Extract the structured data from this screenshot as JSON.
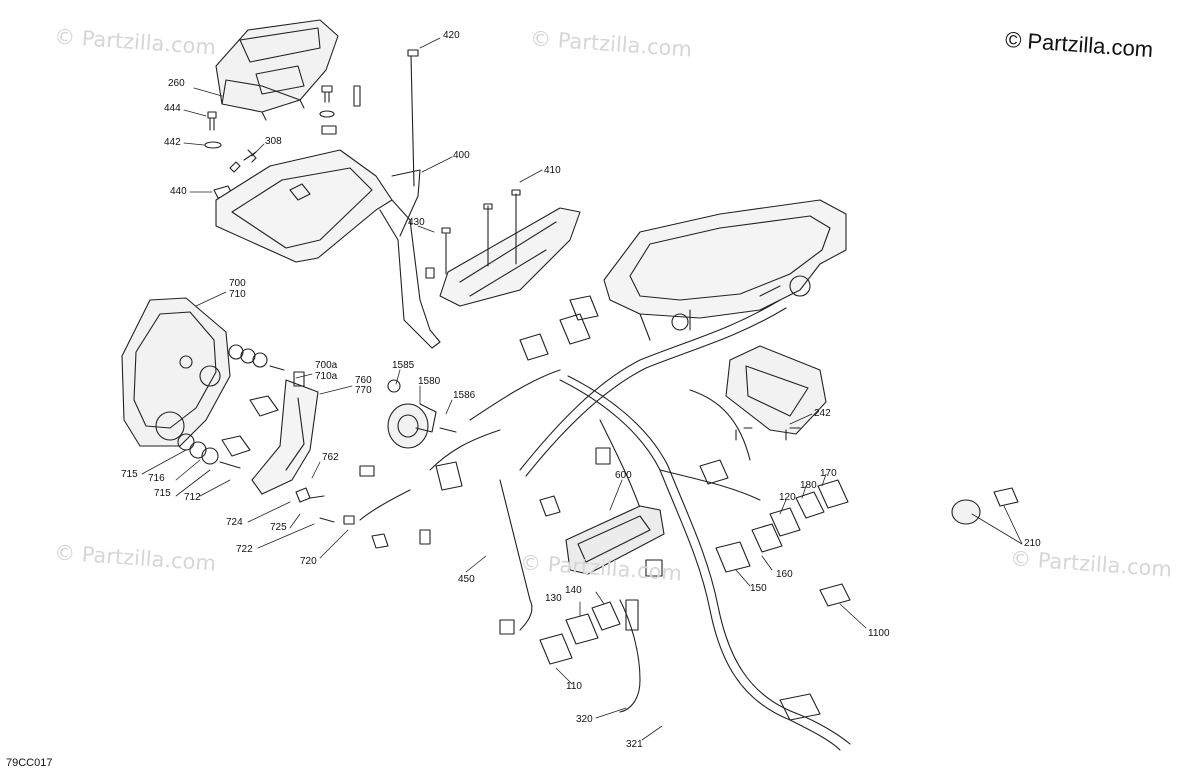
{
  "copyright": "© Partzilla.com",
  "watermark": "© Partzilla.com",
  "diagram_code": "79CC017",
  "callouts": [
    "420",
    "260",
    "444",
    "308",
    "442",
    "440",
    "400",
    "410",
    "430",
    "700",
    "710",
    "700a",
    "710a",
    "760",
    "770",
    "1585",
    "1580",
    "1586",
    "242",
    "762",
    "715",
    "716",
    "715",
    "712",
    "724",
    "725",
    "722",
    "720",
    "600",
    "170",
    "180",
    "120",
    "210",
    "450",
    "150",
    "160",
    "140",
    "130",
    "1100",
    "110",
    "320",
    "321"
  ]
}
